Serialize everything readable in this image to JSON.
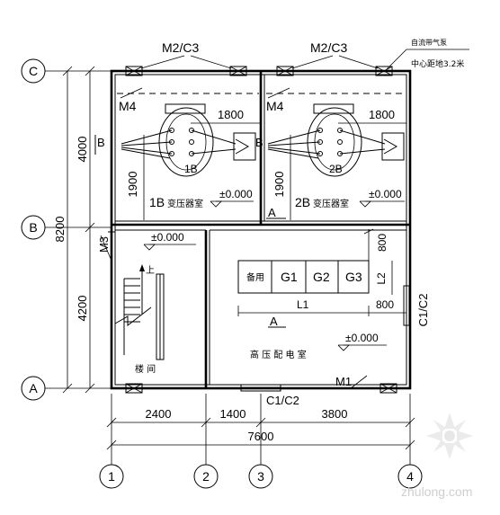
{
  "axes": {
    "rows": [
      "C",
      "B",
      "A"
    ],
    "cols": [
      "1",
      "2",
      "3",
      "4"
    ]
  },
  "dims": {
    "vertical_total": "8200",
    "vertical_upper": "4000",
    "vertical_lower": "4200",
    "horizontal_1": "2400",
    "horizontal_2": "1400",
    "horizontal_3": "3800",
    "horizontal_total": "7600",
    "t1_1800": "1800",
    "t1_1900": "1900",
    "t2_1800": "1800",
    "t2_1900": "1900",
    "hv_800_top": "800",
    "hv_800_right": "800",
    "hv_L1": "L1",
    "hv_L2": "L2"
  },
  "labels": {
    "m2c3_left": "M2/C3",
    "m2c3_right": "M2/C3",
    "note_line1": "自流带气泵",
    "note_line2": "中心距地3.2米",
    "m4_left": "M4",
    "m4_right": "M4",
    "section_b": "B",
    "section_b_right": "B",
    "transformer_1b": "1B",
    "transformer_2b": "2B",
    "room_1b": "1B",
    "room_1b_suffix": "变压器室",
    "room_2b": "2B",
    "room_2b_suffix": "变压器室",
    "elev_1b": "±0.000",
    "elev_2b": "±0.000",
    "elev_stair": "±0.000",
    "elev_hv": "±0.000",
    "section_a_top": "A",
    "section_a_bottom": "A",
    "m3": "M3",
    "stair_up": "上",
    "stair_room": "楼 间",
    "spare_cabinet": "备用",
    "g1": "G1",
    "g2": "G2",
    "g3": "G3",
    "hv_room": "高 压 配 电 室",
    "c1c2_right": "C1/C2",
    "c1c2_bottom": "C1/C2",
    "m1": "M1"
  },
  "watermark": "zhulong.com"
}
